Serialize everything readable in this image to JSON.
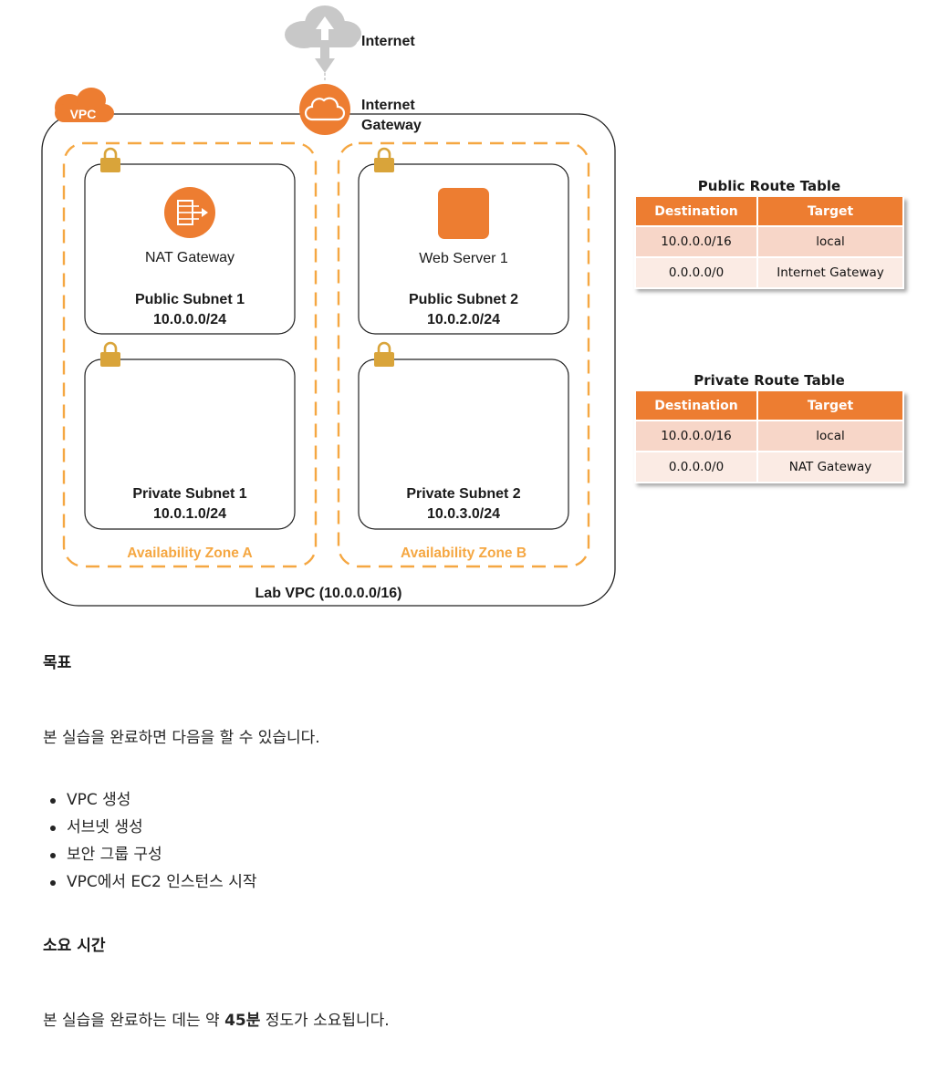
{
  "diagram": {
    "internet_label": "Internet",
    "igw_label_line1": "Internet",
    "igw_label_line2": "Gateway",
    "vpc_badge": "VPC",
    "vpc_label": "Lab VPC (10.0.0.0/16)",
    "zones": [
      {
        "label": "Availability Zone A"
      },
      {
        "label": "Availability Zone B"
      }
    ],
    "subnets": {
      "public1": {
        "resource": "NAT Gateway",
        "name": "Public Subnet 1",
        "cidr": "10.0.0.0/24"
      },
      "public2": {
        "resource": "Web Server 1",
        "name": "Public Subnet 2",
        "cidr": "10.0.2.0/24"
      },
      "private1": {
        "name": "Private Subnet 1",
        "cidr": "10.0.1.0/24"
      },
      "private2": {
        "name": "Private Subnet 2",
        "cidr": "10.0.3.0/24"
      }
    },
    "colors": {
      "orange": "#ed7d31",
      "zone_dash": "#f5a742",
      "gray_cloud": "#c8c8c8",
      "lock": "#d9a43a"
    }
  },
  "route_tables": {
    "public": {
      "title": "Public Route Table",
      "headers": [
        "Destination",
        "Target"
      ],
      "rows": [
        [
          "10.0.0.0/16",
          "local"
        ],
        [
          "0.0.0.0/0",
          "Internet Gateway"
        ]
      ]
    },
    "private": {
      "title": "Private Route Table",
      "headers": [
        "Destination",
        "Target"
      ],
      "rows": [
        [
          "10.0.0.0/16",
          "local"
        ],
        [
          "0.0.0.0/0",
          "NAT Gateway"
        ]
      ]
    }
  },
  "content": {
    "objectives_heading": "목표",
    "objectives_intro": "본 실습을 완료하면 다음을 할 수 있습니다.",
    "objectives": [
      "VPC 생성",
      "서브넷 생성",
      "보안 그룹 구성",
      "VPC에서 EC2 인스턴스 시작"
    ],
    "duration_heading": "소요 시간",
    "duration_prefix": "본 실습을 완료하는 데는 약 ",
    "duration_value": "45분",
    "duration_suffix": " 정도가 소요됩니다."
  }
}
